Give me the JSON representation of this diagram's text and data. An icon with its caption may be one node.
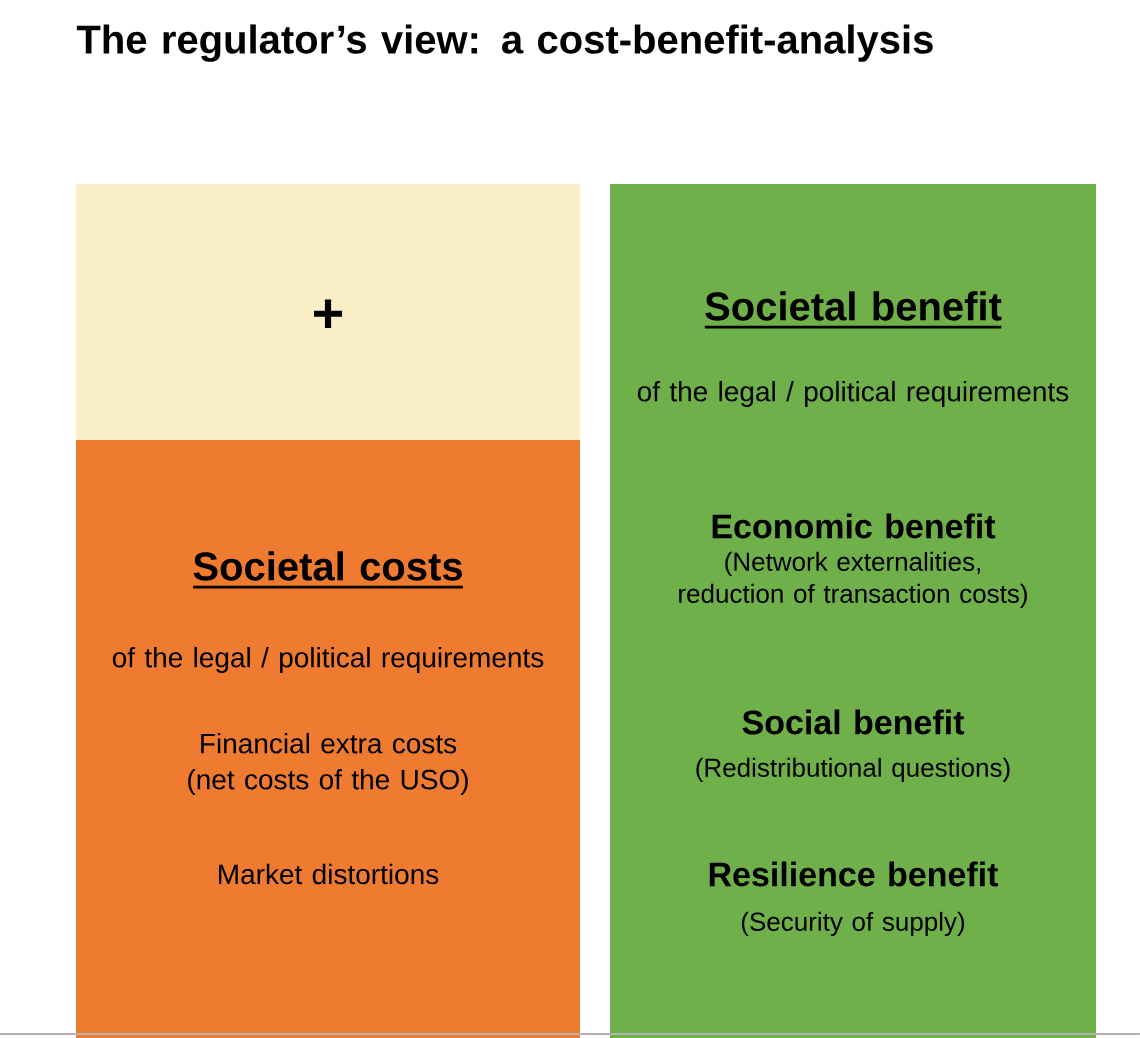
{
  "diagram": {
    "title": "The regulator’s view: a cost-benefit-analysis",
    "nodes": [
      {
        "text": [
          "+"
        ]
      },
      {
        "text": [
          "Societal costs",
          "of the legal / political requirements",
          "Financial extra costs (net costs of the USO)",
          "Market distortions"
        ]
      },
      {
        "text": [
          "Societal benefit",
          "of the legal / political requirements",
          "Economic benefit",
          "(Network externalities, reduction of transaction costs)",
          "Social benefit",
          "(Redistributional questions)",
          "Resilience benefit",
          "(Security of supply)"
        ]
      }
    ]
  }
}
